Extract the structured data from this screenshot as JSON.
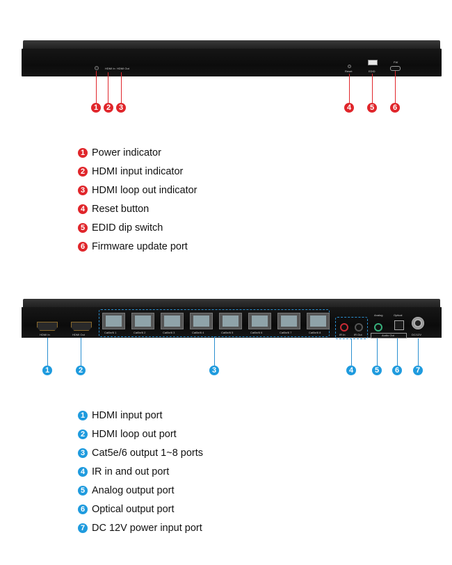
{
  "front_panel": {
    "labels": {
      "hdmi_in": "HDMI In",
      "hdmi_out": "HDMI Out",
      "reset": "Reset",
      "edid": "EDID",
      "fw": "FW"
    },
    "callouts": [
      "1",
      "2",
      "3",
      "4",
      "5",
      "6"
    ]
  },
  "front_legend": [
    {
      "number": "1",
      "text": "Power indicator"
    },
    {
      "number": "2",
      "text": "HDMI input indicator"
    },
    {
      "number": "3",
      "text": "HDMI loop out indicator"
    },
    {
      "number": "4",
      "text": "Reset button"
    },
    {
      "number": "5",
      "text": "EDID dip switch"
    },
    {
      "number": "6",
      "text": "Firmware update port"
    }
  ],
  "rear_panel": {
    "labels": {
      "hdmi_in": "HDMI In",
      "hdmi_out": "HDMI Out",
      "ports": [
        "Cat5e/6 1",
        "Cat5e/6 2",
        "Cat5e/6 3",
        "Cat5e/6 4",
        "Cat5e/6 5",
        "Cat5e/6 6",
        "Cat5e/6 7",
        "Cat5e/6 8"
      ],
      "ir_in": "IR In",
      "ir_out": "IR Out",
      "analog": "Analog",
      "optical": "Optical",
      "audio_out": "Audio Out",
      "dc": "DC/12V"
    },
    "callouts": [
      "1",
      "2",
      "3",
      "4",
      "5",
      "6",
      "7"
    ]
  },
  "rear_legend": [
    {
      "number": "1",
      "text": "HDMI input port"
    },
    {
      "number": "2",
      "text": "HDMI loop out port"
    },
    {
      "number": "3",
      "text": "Cat5e/6 output 1~8 ports"
    },
    {
      "number": "4",
      "text": "IR in and out port"
    },
    {
      "number": "5",
      "text": "Analog output port"
    },
    {
      "number": "6",
      "text": "Optical output port"
    },
    {
      "number": "7",
      "text": "DC 12V power input port"
    }
  ],
  "colors": {
    "front_accent": "#e0262b",
    "rear_accent": "#1f9bde",
    "device": "#111111"
  }
}
